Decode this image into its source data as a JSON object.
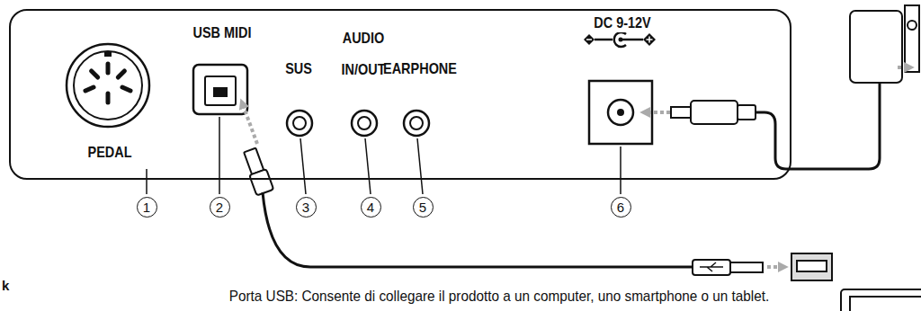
{
  "diagram": {
    "nodes": [
      {
        "text": [
          "PEDAL",
          "USB MIDI",
          "SUS",
          "AUDIO IN/OUT",
          "EARPHONE",
          "DC 9-12V"
        ]
      },
      {
        "text": [
          "1"
        ]
      },
      {
        "text": [
          "2"
        ]
      },
      {
        "text": [
          "3"
        ]
      },
      {
        "text": [
          "4"
        ]
      },
      {
        "text": [
          "5"
        ]
      },
      {
        "text": [
          "6"
        ]
      }
    ],
    "labels": [
      "Porta USB: Consente di collegare il prodotto a un computer, uno smartphone o un tablet.",
      "k"
    ]
  }
}
